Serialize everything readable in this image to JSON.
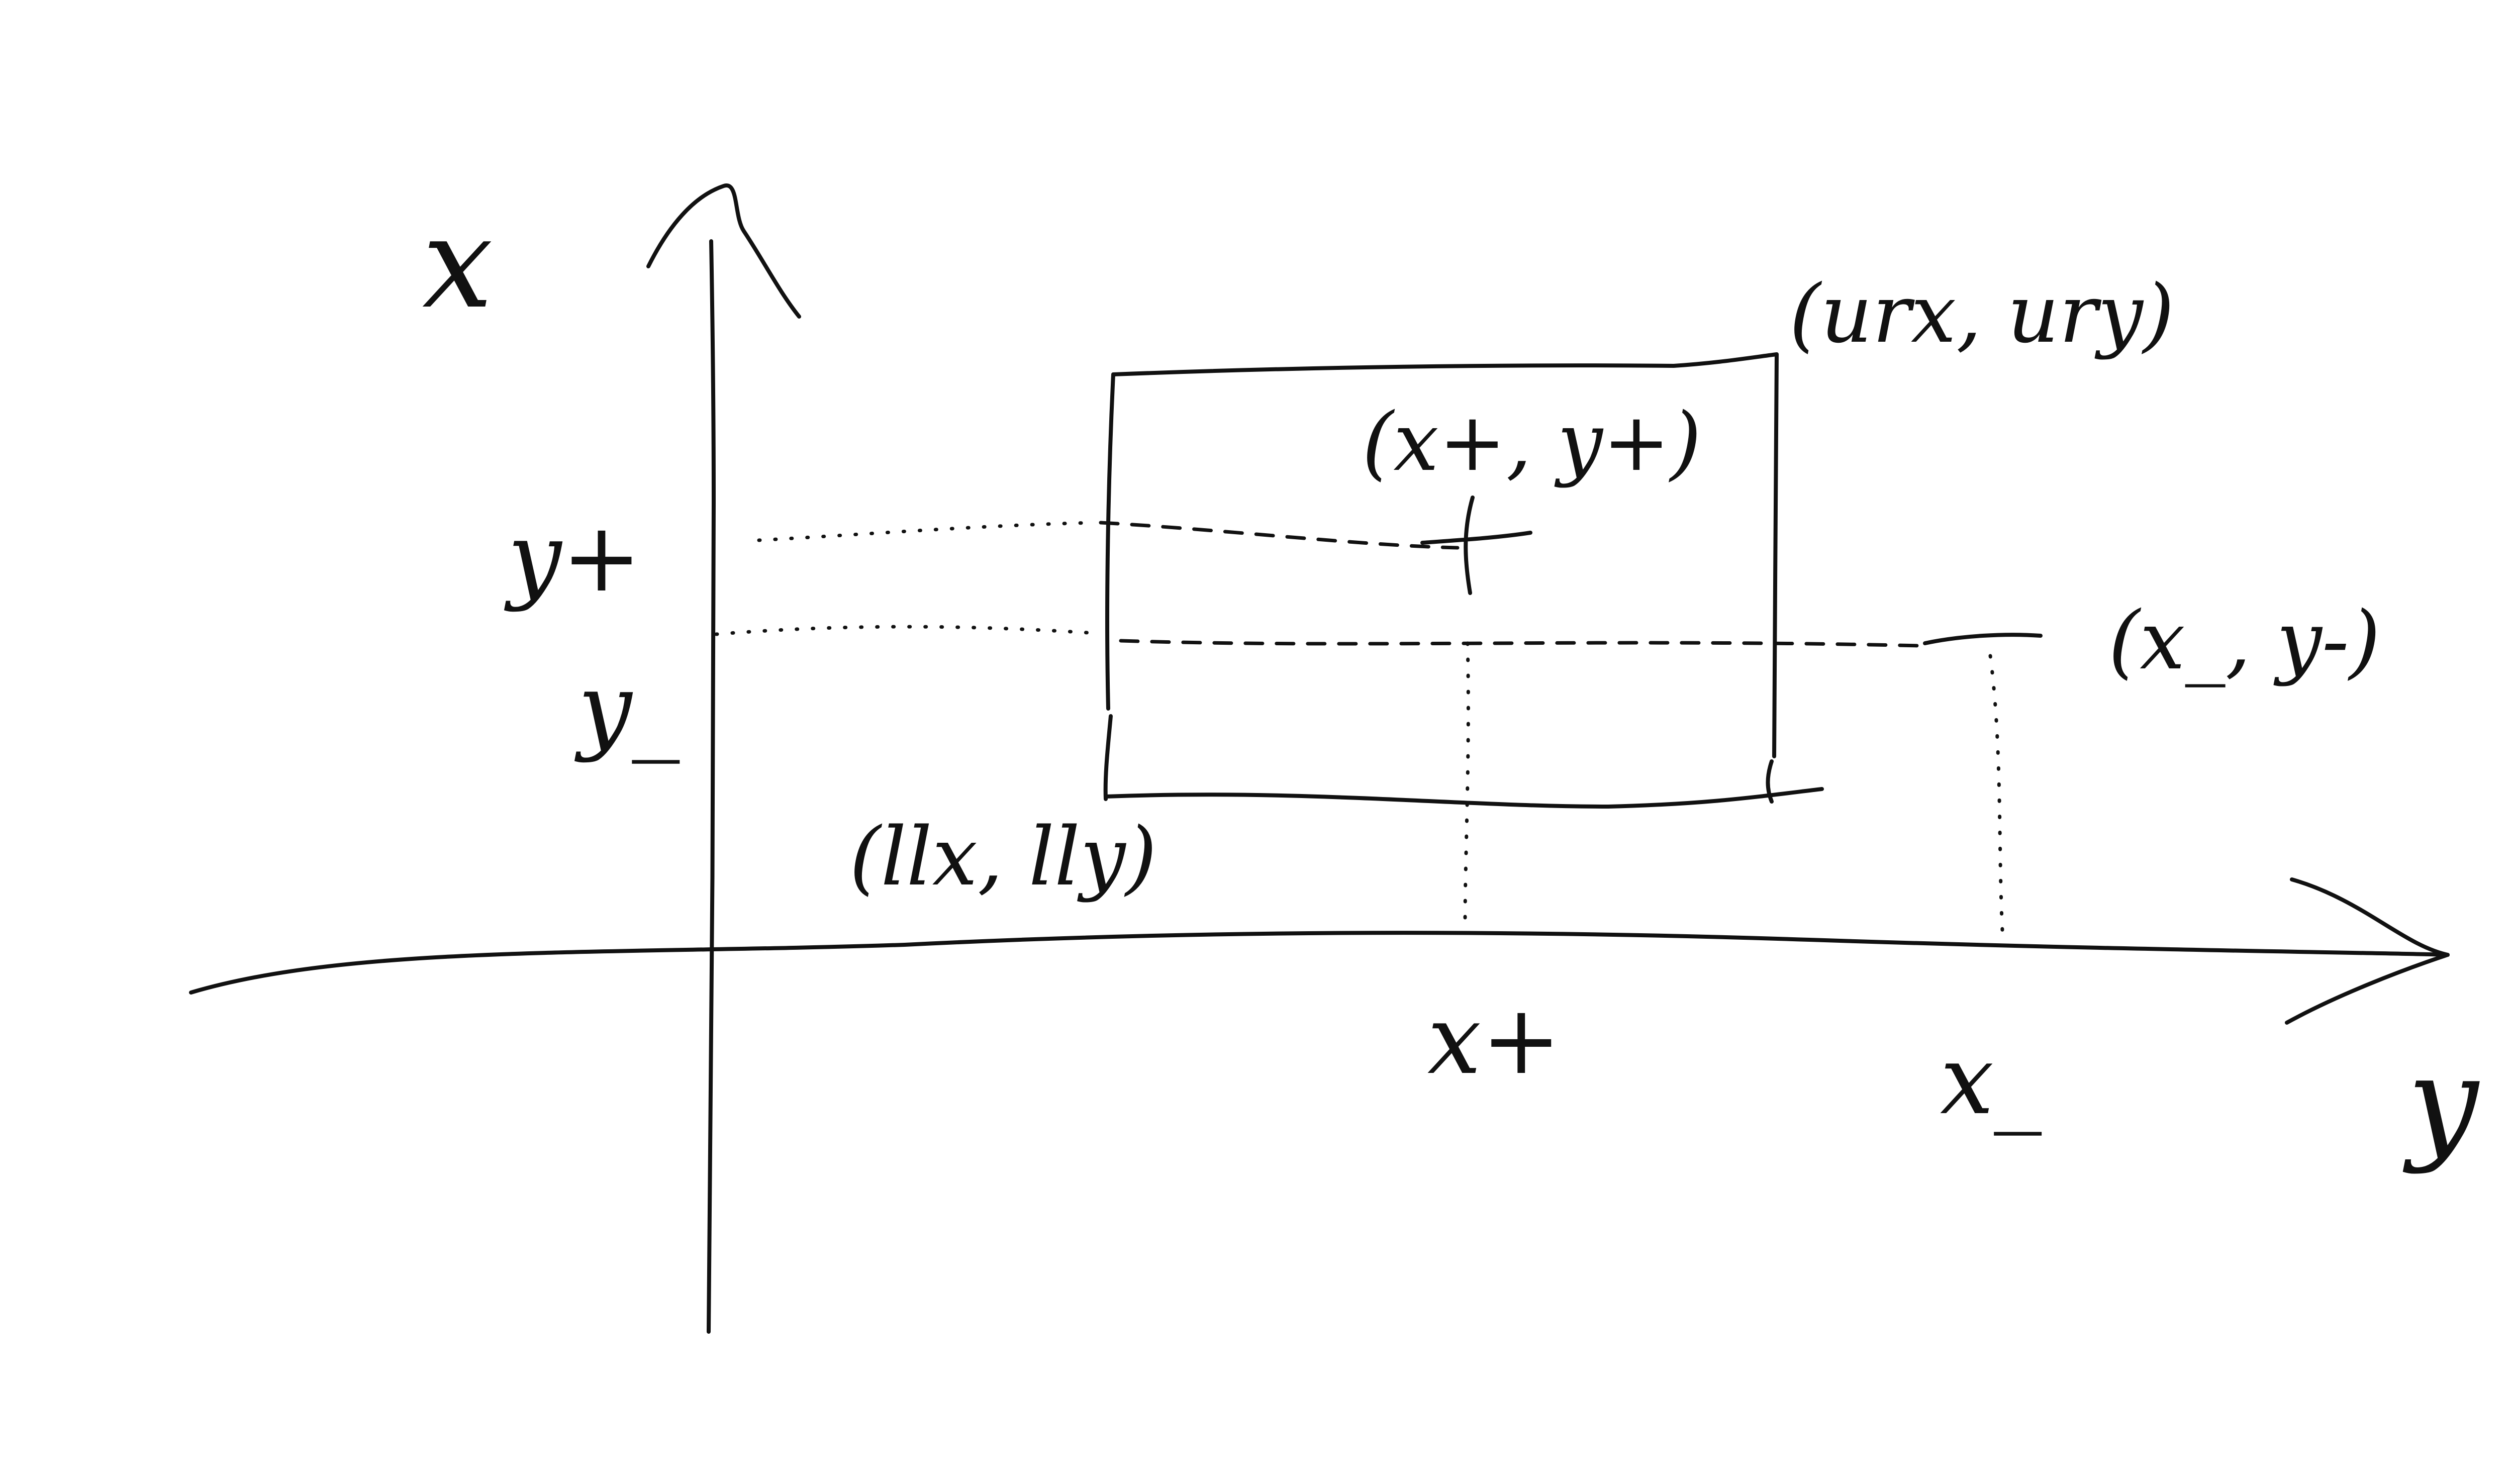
{
  "diagram": {
    "axes": {
      "vertical_label": "x",
      "horizontal_label": "y"
    },
    "ticks": {
      "y_plus": "y+",
      "y_minus": "y_",
      "x_plus": "x+",
      "x_minus": "x_"
    },
    "points": {
      "upper_right": "(urx, ury)",
      "lower_left": "(llx, lly)",
      "plus": "(x+, y+)",
      "minus": "(x_, y-)"
    },
    "ink_color": "#111111"
  }
}
